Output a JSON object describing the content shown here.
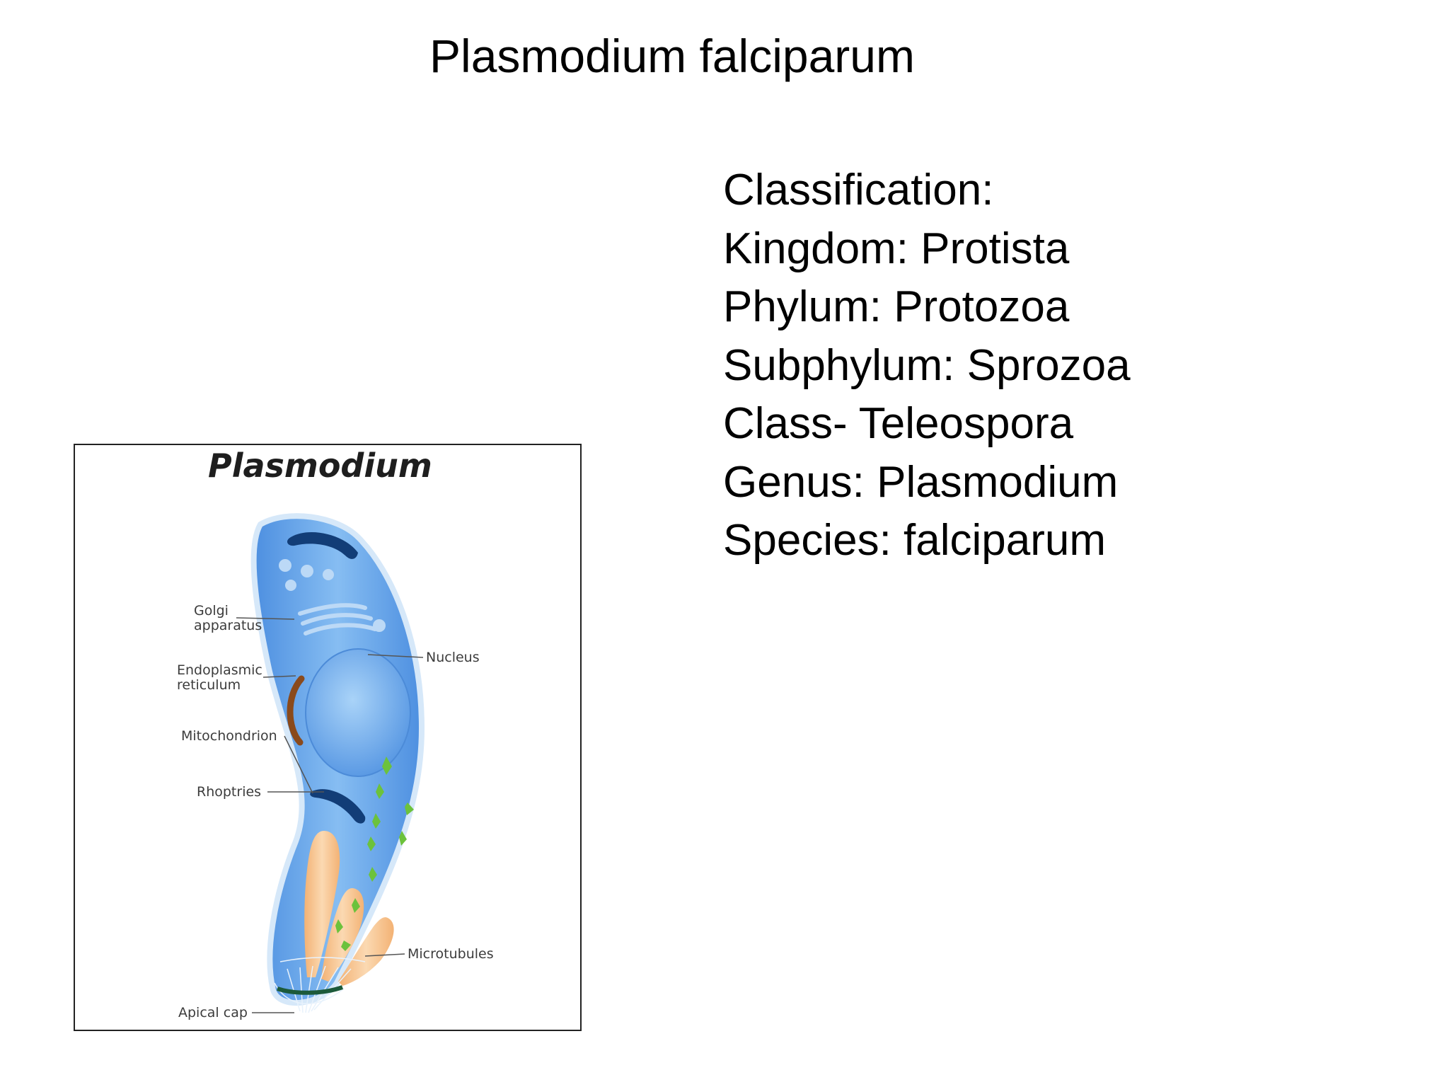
{
  "title": "Plasmodium falciparum",
  "classification": {
    "heading": "Classification:",
    "items": [
      "Kingdom: Protista",
      "Phylum: Protozoa",
      "Subphylum: Sprozoa",
      "Class- Teleospora",
      "Genus: Plasmodium",
      "Species: falciparum"
    ]
  },
  "figure": {
    "title": "Plasmodium",
    "labels": {
      "golgi_1": "Golgi",
      "golgi_2": "apparatus",
      "er_1": "Endoplasmic",
      "er_2": "reticulum",
      "mitochondrion": "Mitochondrion",
      "rhoptries": "Rhoptries",
      "nucleus": "Nucleus",
      "microtubules": "Microtubules",
      "apical_cap": "Apical cap"
    },
    "colors": {
      "cell_fill": "#6aa8ec",
      "cell_outline": "#cfe3f7",
      "nucleus": "#7cb6f0",
      "er": "#8a4a1c",
      "mitochondria": "#123d77",
      "rhoptries": "#f6c38d",
      "micronemes": "#6cc23c"
    }
  }
}
